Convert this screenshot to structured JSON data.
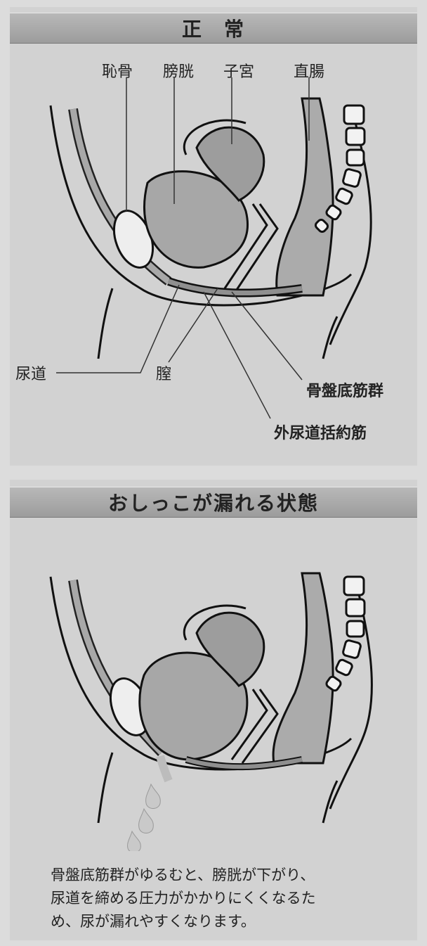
{
  "normal": {
    "title": "正　常",
    "labels": {
      "pubic_bone": "恥骨",
      "bladder": "膀胱",
      "uterus": "子宮",
      "rectum": "直腸",
      "urethra": "尿道",
      "vagina": "膣",
      "pelvic_floor": "骨盤底筋群",
      "sphincter": "外尿道括約筋"
    }
  },
  "leak": {
    "title": "おしっこが漏れる状態",
    "caption_lines": [
      "骨盤底筋群がゆるむと、膀胱が下がり、",
      "尿道を締める圧力がかかりにくくなるた",
      "め、尿が漏れやすくなります。"
    ]
  }
}
